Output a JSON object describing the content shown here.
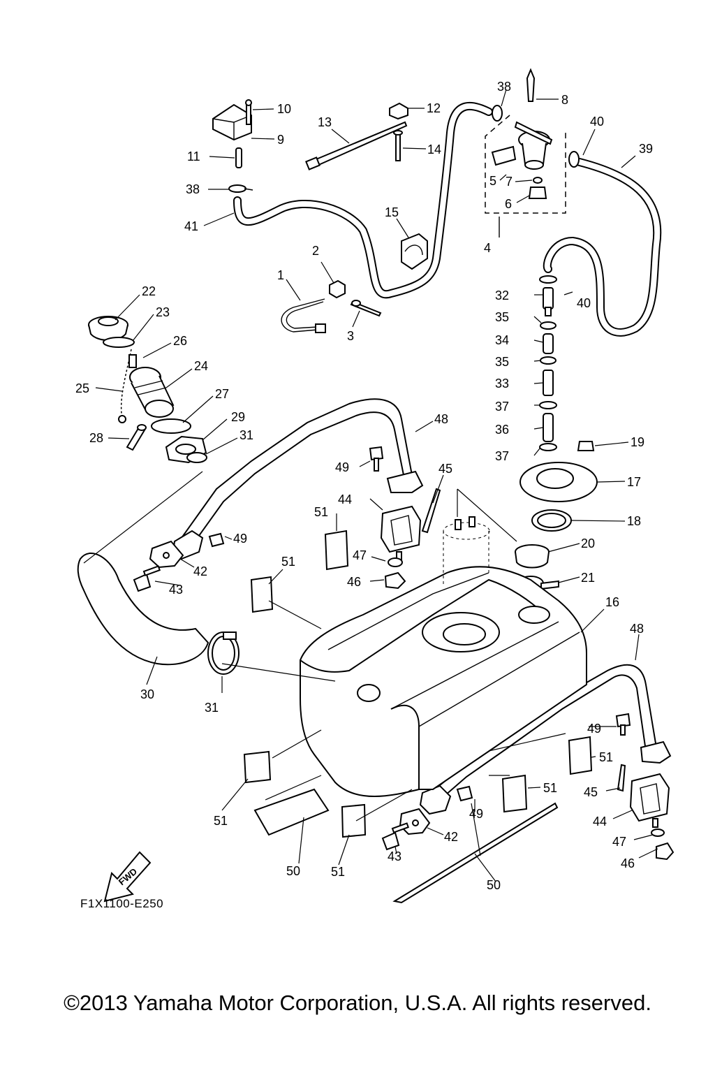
{
  "labels": {
    "p1": "1",
    "p2": "2",
    "p3": "3",
    "p4": "4",
    "p5": "5",
    "p6": "6",
    "p7": "7",
    "p8": "8",
    "p9": "9",
    "p10": "10",
    "p11": "11",
    "p12": "12",
    "p13": "13",
    "p14": "14",
    "p15": "15",
    "p16": "16",
    "p17": "17",
    "p18": "18",
    "p19": "19",
    "p20": "20",
    "p21": "21",
    "p22": "22",
    "p23": "23",
    "p24": "24",
    "p25": "25",
    "p26": "26",
    "p27": "27",
    "p28": "28",
    "p29": "29",
    "p30": "30",
    "p31": "31",
    "p32": "32",
    "p33": "33",
    "p34": "34",
    "p35": "35",
    "p36": "36",
    "p37": "37",
    "p38": "38",
    "p39": "39",
    "p40": "40",
    "p41": "41",
    "p42": "42",
    "p43": "43",
    "p44": "44",
    "p45": "45",
    "p46": "46",
    "p47": "47",
    "p48": "48",
    "p49": "49",
    "p50": "50",
    "p51": "51"
  },
  "fwd_label": "FWD",
  "diagram_code": "F1X1100-E250",
  "copyright": "©2013 Yamaha Motor Corporation, U.S.A. All rights reserved."
}
